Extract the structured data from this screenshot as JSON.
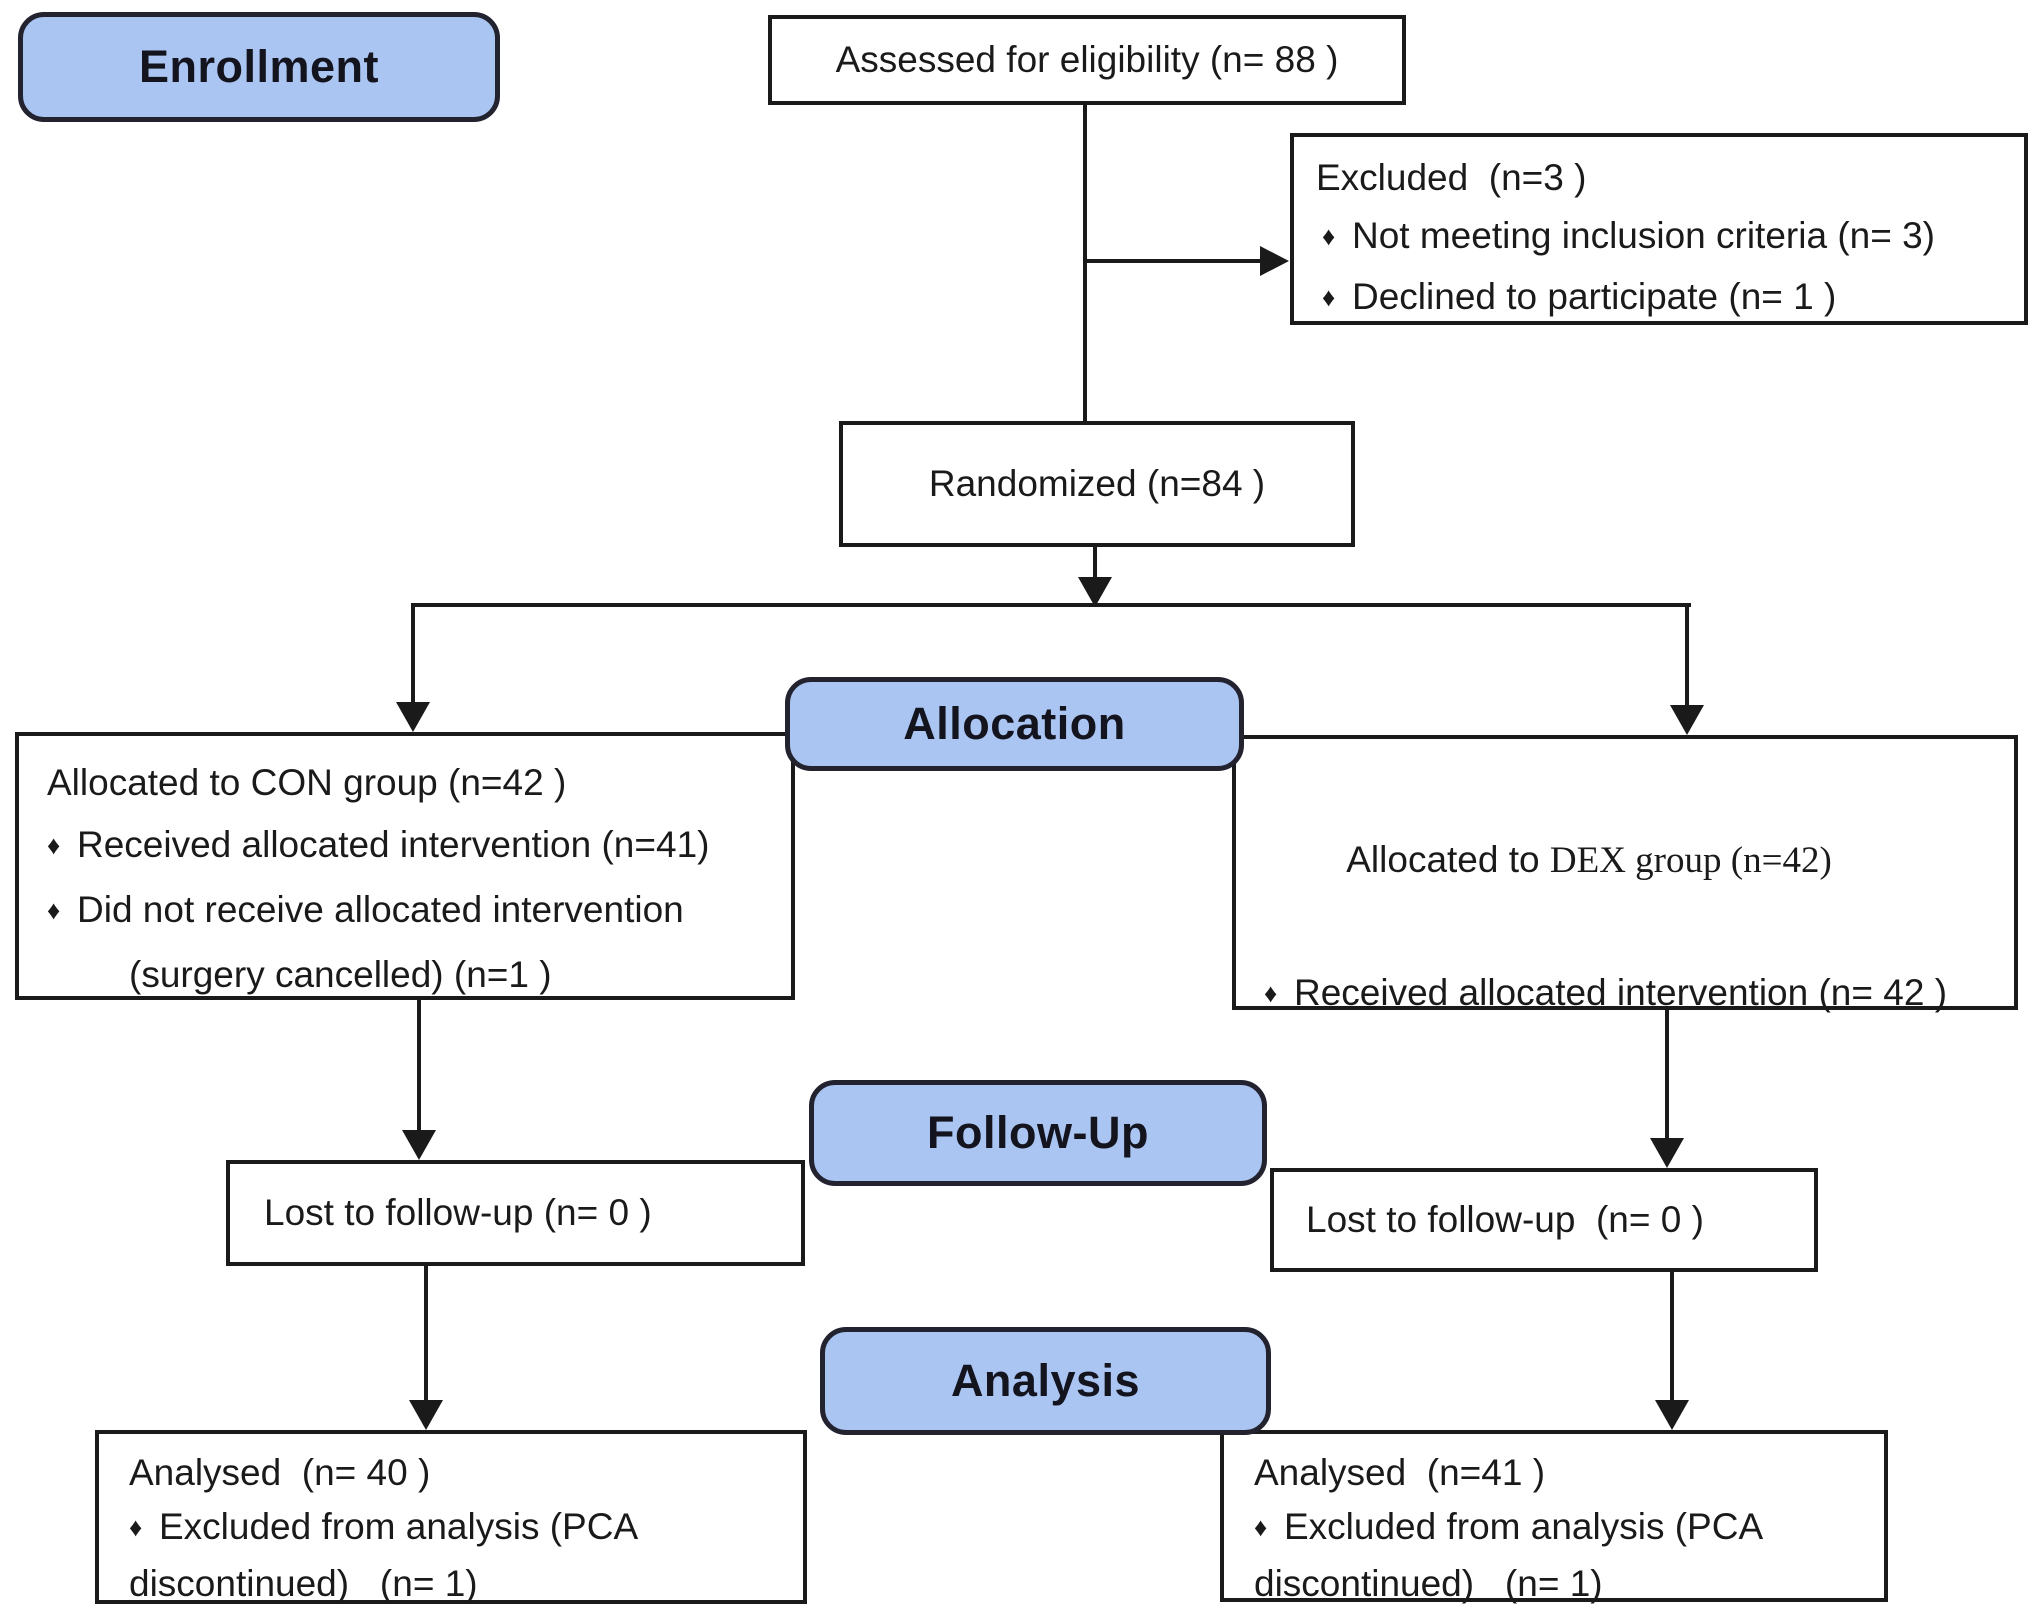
{
  "figure": {
    "bullet_char": "♦",
    "colors": {
      "stage_fill": "#aac5f2",
      "stage_border": "#232330",
      "box_border": "#1a1a1a",
      "background": "#ffffff",
      "text": "#1a1a1a"
    },
    "stage_labels": {
      "enrollment": "Enrollment",
      "allocation": "Allocation",
      "followup": "Follow-Up",
      "analysis": "Analysis"
    },
    "boxes": {
      "assessed": {
        "text": "Assessed for eligibility (n= 88 )"
      },
      "excluded": {
        "title": "Excluded  (n=3 )",
        "items": [
          "Not meeting inclusion criteria (n= 3)",
          "Declined to participate (n= 1 )"
        ]
      },
      "randomized": {
        "text": "Randomized (n=84 )"
      },
      "alloc_con": {
        "title": "Allocated to CON group (n=42 )",
        "item1": "Received allocated intervention (n=41)",
        "item2": "Did not receive allocated intervention",
        "item2_cont": "(surgery cancelled) (n=1 )"
      },
      "alloc_dex": {
        "title_pre": "Allocated to ",
        "title_serif": "DEX group (n=42)",
        "item1": "Received allocated intervention (n= 42 )"
      },
      "followup_con": {
        "text": "Lost to follow-up (n= 0 )"
      },
      "followup_dex": {
        "text": "Lost to follow-up  (n= 0 )"
      },
      "analysis_con": {
        "title": "Analysed  (n= 40 )",
        "item1": "Excluded from analysis (PCA",
        "item1_cont": "discontinued)   (n= 1)"
      },
      "analysis_dex": {
        "title": "Analysed  (n=41 )",
        "item1": "Excluded from analysis (PCA",
        "item1_cont": "discontinued)   (n= 1)"
      }
    }
  }
}
